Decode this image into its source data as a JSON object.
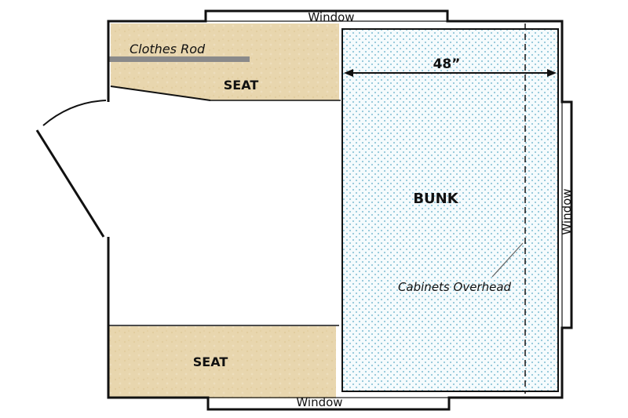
{
  "labels": {
    "window_top": "Window",
    "window_bottom": "Window",
    "window_right": "Window",
    "clothes_rod": "Clothes Rod",
    "seat_top": "SEAT",
    "seat_bottom": "SEAT",
    "bunk": "BUNK",
    "bunk_width": "48”",
    "cabinets": "Cabinets Overhead"
  },
  "colors": {
    "seat_fill": "#e8d6ae",
    "bunk_fill": "#f5fbfd",
    "bunk_dots": "#5aa9c4",
    "wall": "#111111",
    "rod": "#8a8a8a"
  }
}
